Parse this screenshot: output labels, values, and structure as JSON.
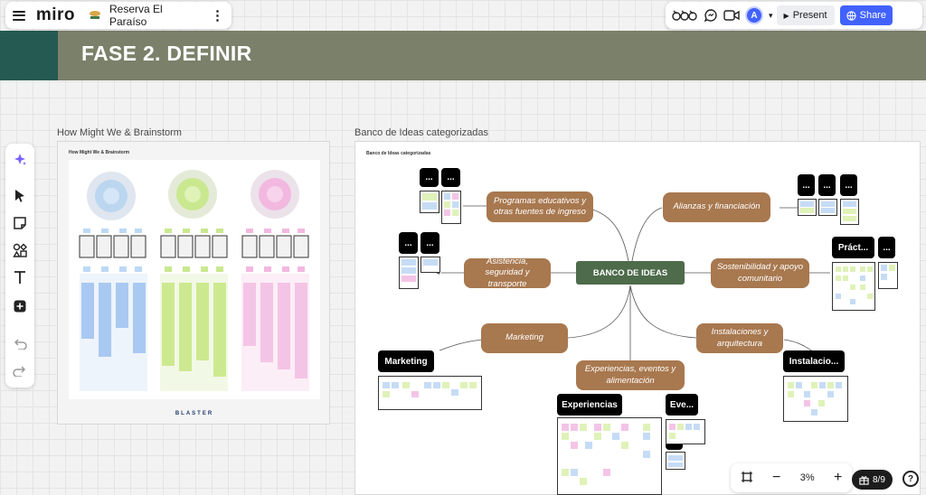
{
  "app": {
    "logo": "miro",
    "board_name": "Reserva El Paraíso"
  },
  "header_actions": {
    "present_label": "Present",
    "share_label": "Share",
    "avatar_initial": "A"
  },
  "banner": {
    "title": "FASE 2. DEFINIR"
  },
  "frames": {
    "left": {
      "label": "How Might We & Brainstorm",
      "inner_title": "How Might We & Brainstorm",
      "footer": "BLASTER"
    },
    "right": {
      "label": "Banco de Ideas categorizadas",
      "inner_title": "Banco de Ideas categorizadas"
    }
  },
  "mindmap": {
    "center": "BANCO DE IDEAS",
    "branches": [
      {
        "label": "Programas educativos y otras fuentes de ingreso"
      },
      {
        "label": "Alianzas y financiación"
      },
      {
        "label": "Asistencia, seguridad y transporte"
      },
      {
        "label": "Sostenibilidad y apoyo comunitario"
      },
      {
        "label": "Marketing"
      },
      {
        "label": "Instalaciones y arquitectura"
      },
      {
        "label": "Experiencias, eventos y alimentación"
      }
    ],
    "tags": [
      "...",
      "Práct...",
      "Marketing",
      "Instalacio...",
      "Experiencias",
      "Eve..."
    ]
  },
  "zoom": {
    "level": "3%",
    "page": "8/9"
  },
  "colors": {
    "banner": "#7b806a",
    "banner_accent": "#245a52",
    "branch": "#a8784f",
    "center": "#4e6b4b",
    "share": "#4262ff"
  }
}
